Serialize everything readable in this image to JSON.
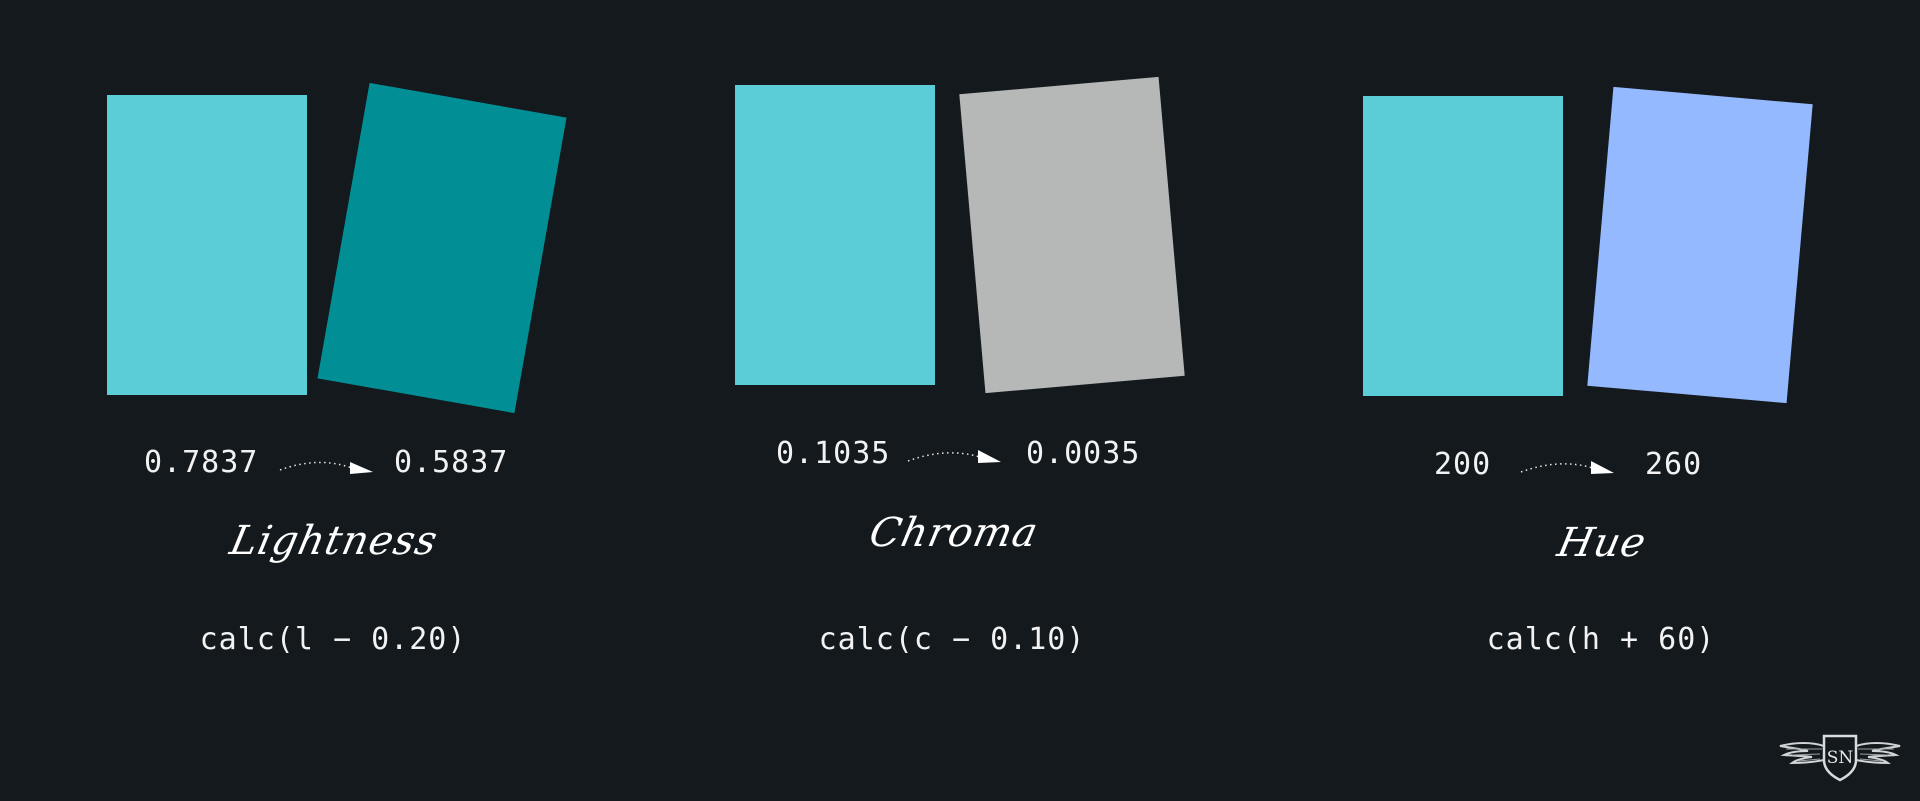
{
  "panels": [
    {
      "id": "lightness",
      "from_color": "#5bcdd6",
      "to_color": "#018e95",
      "from_value": "0.7837",
      "to_value": "0.5837",
      "label": "Lightness",
      "formula": "calc(l − 0.20)"
    },
    {
      "id": "chroma",
      "from_color": "#5bcdd6",
      "to_color": "#b5b8b7",
      "from_value": "0.1035",
      "to_value": "0.0035",
      "label": "Chroma",
      "formula": "calc(c − 0.10)"
    },
    {
      "id": "hue",
      "from_color": "#5bcdd6",
      "to_color": "#95b9ff",
      "from_value": "200",
      "to_value": "260",
      "label": "Hue",
      "formula": "calc(h + 60)"
    }
  ],
  "logo": {
    "text": "SN",
    "icon": "winged-shield-logo-icon"
  }
}
